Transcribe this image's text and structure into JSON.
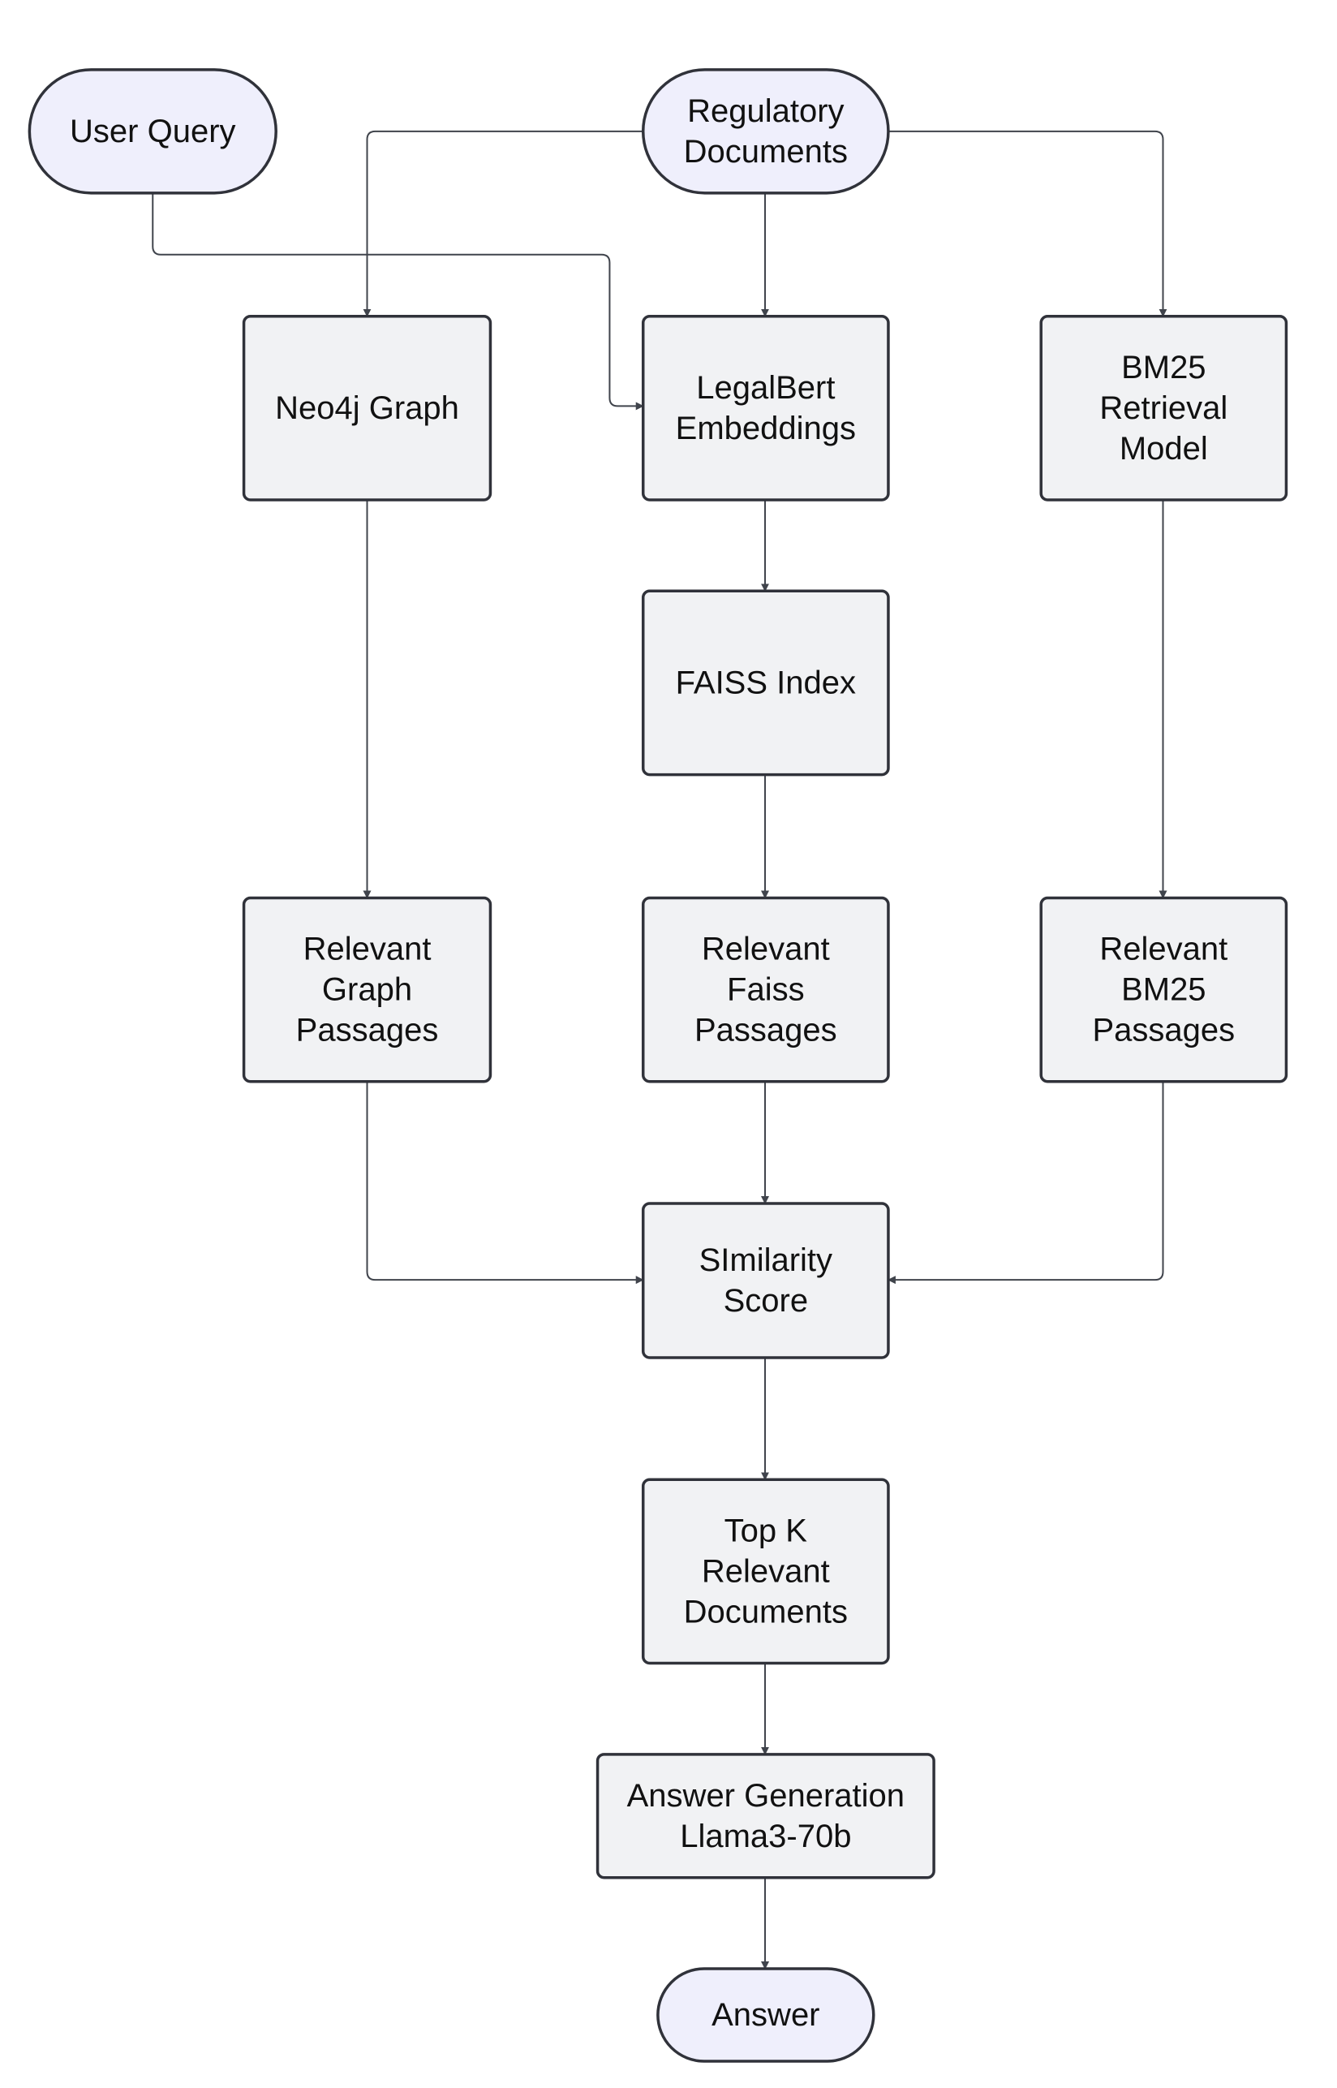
{
  "diagram": {
    "nodes": [
      {
        "id": "user_query",
        "shape": "terminal",
        "lines": [
          "User Query"
        ]
      },
      {
        "id": "regulatory_documents",
        "shape": "terminal",
        "lines": [
          "Regulatory",
          "Documents"
        ]
      },
      {
        "id": "neo4j_graph",
        "shape": "process",
        "lines": [
          "Neo4j Graph"
        ]
      },
      {
        "id": "legalbert_embeddings",
        "shape": "process",
        "lines": [
          "LegalBert",
          "Embeddings"
        ]
      },
      {
        "id": "bm25_retrieval_model",
        "shape": "process",
        "lines": [
          "BM25",
          "Retrieval",
          "Model"
        ]
      },
      {
        "id": "faiss_index",
        "shape": "process",
        "lines": [
          "FAISS Index"
        ]
      },
      {
        "id": "relevant_graph_passages",
        "shape": "process",
        "lines": [
          "Relevant",
          "Graph",
          "Passages"
        ]
      },
      {
        "id": "relevant_faiss_passages",
        "shape": "process",
        "lines": [
          "Relevant",
          "Faiss",
          "Passages"
        ]
      },
      {
        "id": "relevant_bm25_passages",
        "shape": "process",
        "lines": [
          "Relevant",
          "BM25",
          "Passages"
        ]
      },
      {
        "id": "similarity_score",
        "shape": "process",
        "lines": [
          "SImilarity",
          "Score"
        ]
      },
      {
        "id": "top_k_relevant_documents",
        "shape": "process",
        "lines": [
          "Top K",
          "Relevant",
          "Documents"
        ]
      },
      {
        "id": "answer_generation",
        "shape": "process",
        "lines": [
          "Answer Generation",
          "Llama3-70b"
        ]
      },
      {
        "id": "answer",
        "shape": "terminal",
        "lines": [
          "Answer"
        ]
      }
    ],
    "edges": [
      {
        "from": "user_query",
        "to": "legalbert_embeddings"
      },
      {
        "from": "regulatory_documents",
        "to": "neo4j_graph"
      },
      {
        "from": "regulatory_documents",
        "to": "legalbert_embeddings"
      },
      {
        "from": "regulatory_documents",
        "to": "bm25_retrieval_model"
      },
      {
        "from": "legalbert_embeddings",
        "to": "faiss_index"
      },
      {
        "from": "neo4j_graph",
        "to": "relevant_graph_passages"
      },
      {
        "from": "faiss_index",
        "to": "relevant_faiss_passages"
      },
      {
        "from": "bm25_retrieval_model",
        "to": "relevant_bm25_passages"
      },
      {
        "from": "relevant_graph_passages",
        "to": "similarity_score"
      },
      {
        "from": "relevant_faiss_passages",
        "to": "similarity_score"
      },
      {
        "from": "relevant_bm25_passages",
        "to": "similarity_score"
      },
      {
        "from": "similarity_score",
        "to": "top_k_relevant_documents"
      },
      {
        "from": "top_k_relevant_documents",
        "to": "answer_generation"
      },
      {
        "from": "answer_generation",
        "to": "answer"
      }
    ]
  }
}
